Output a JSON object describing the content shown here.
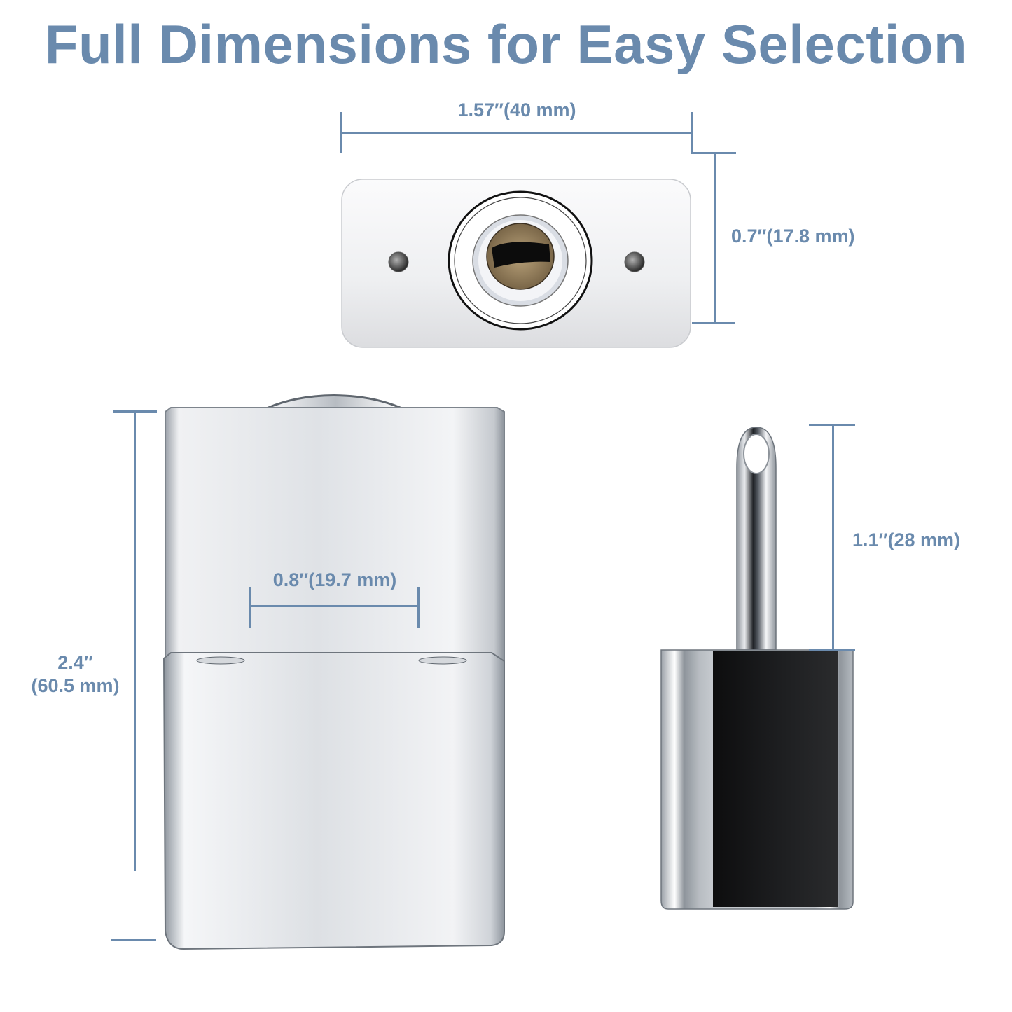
{
  "title": "Full Dimensions for Easy Selection",
  "colors": {
    "accent": "#6a8aad",
    "background": "#ffffff",
    "chrome_light": "#f2f4f6",
    "chrome_dark": "#8c939b",
    "side_panel": "#1c1c1c",
    "keyway_brass": "#8a7454"
  },
  "views": {
    "top_view": {
      "label": "lock top view (keyhole)",
      "width_dimension": "1.57″(40 mm)",
      "depth_dimension": "0.7″(17.8 mm)"
    },
    "front_view": {
      "label": "padlock front view",
      "height_dimension_line1": "2.4″",
      "height_dimension_line2": "(60.5 mm)",
      "shackle_width_dimension": "0.8″(19.7 mm)"
    },
    "side_view": {
      "label": "padlock side view",
      "shackle_height_dimension": "1.1″(28 mm)"
    }
  }
}
